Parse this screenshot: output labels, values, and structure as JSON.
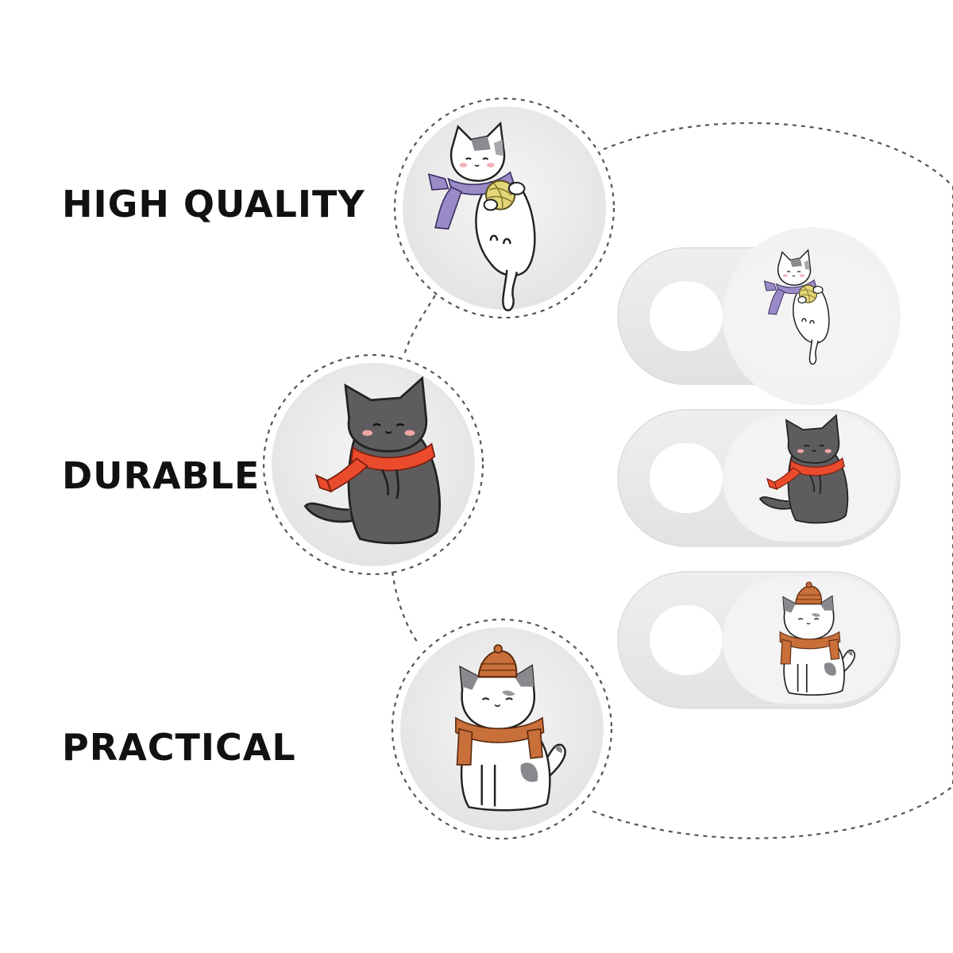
{
  "features": [
    {
      "label": "HIGH QUALITY",
      "illustration": "cat-with-purple-scarf-and-yarn-icon"
    },
    {
      "label": "DURABLE",
      "illustration": "gray-cat-with-red-scarf-icon"
    },
    {
      "label": "PRACTICAL",
      "illustration": "calico-cat-with-hat-and-scarf-icon"
    }
  ],
  "colors": {
    "text": "#111111",
    "cover_body": "#e9e9e9",
    "badge_fill": "#eeeeee",
    "dotted_line": "#555555",
    "purple_scarf": "#9a8ac8",
    "red_scarf": "#ea4b2d",
    "orange_scarf": "#c9703a",
    "gray_cat": "#5e5c5f",
    "yarn": "#e3d77a"
  }
}
